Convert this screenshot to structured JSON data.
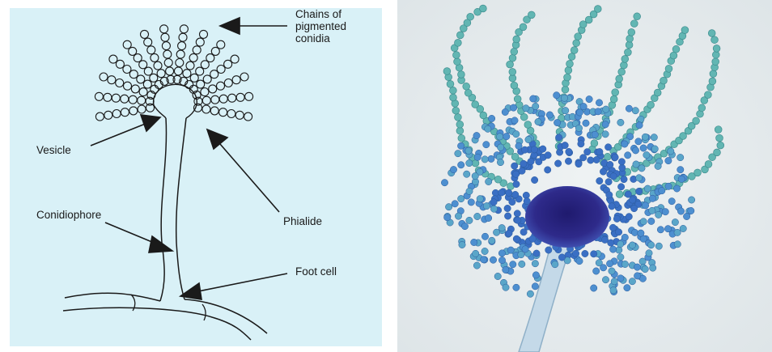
{
  "diagram": {
    "labels": {
      "chains": [
        "Chains of",
        "pigmented",
        "conidia"
      ],
      "vesicle": "Vesicle",
      "conidiophore": "Conidiophore",
      "phialide": "Phialide",
      "foot_cell": "Foot cell"
    },
    "colors": {
      "background": "#d9f1f7",
      "ink": "#1a1a1a"
    }
  },
  "micrograph": {
    "colors": {
      "background": "#e9eef0",
      "conidia_chain": "#5fb4b4",
      "conidia_dense": "#3a78c8",
      "vesicle": "#2e2a8a",
      "stalk": "#b9d3e4"
    }
  }
}
